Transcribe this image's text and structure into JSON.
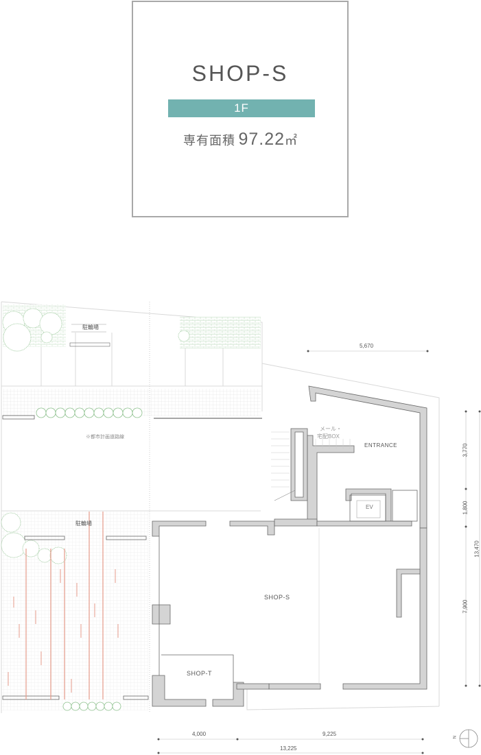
{
  "info": {
    "unit_name": "SHOP-S",
    "floor": "1F",
    "area_label": "専有面積",
    "area_value": "97.22",
    "area_unit": "㎡"
  },
  "colors": {
    "floor_bar": "#72b2b0",
    "wall_fill": "#d4d4d4",
    "wall_stroke": "#666666",
    "landscape_green": "#8cc08c",
    "paving_red": "#e49a88"
  },
  "plan": {
    "rooms": {
      "shop_s": "SHOP-S",
      "shop_t": "SHOP-T",
      "entrance": "ENTRANCE",
      "ev": "EV",
      "mailbox_line1": "メール・",
      "mailbox_line2": "宅配BOX"
    },
    "annotations": {
      "bicycle_parking_top": "駐輪場",
      "bicycle_parking_bottom": "駐輪場",
      "urban_planning_road": "※都市計画道路線"
    },
    "dimensions": {
      "top_width": "5,670",
      "right": [
        "3,770",
        "1,800",
        "7,900"
      ],
      "right_total": "13,470",
      "bottom": [
        "4,000",
        "9,225"
      ],
      "bottom_total": "13,225"
    },
    "compass": {
      "label": "N"
    }
  }
}
